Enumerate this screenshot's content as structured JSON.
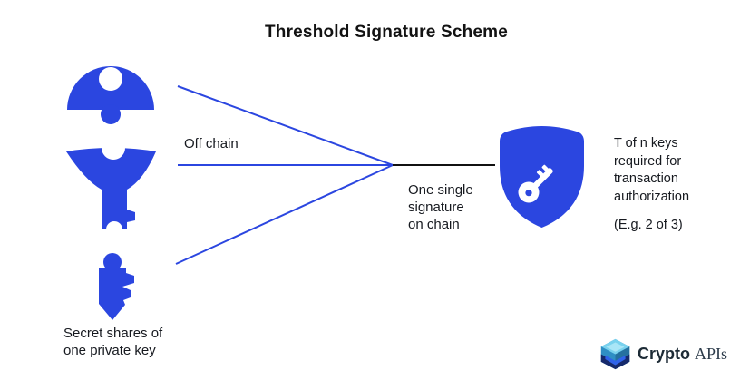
{
  "title": "Threshold Signature Scheme",
  "diagram": {
    "off_chain_label": "Off chain",
    "signature_label": "One single\nsignature\non chain",
    "right_label": "T of n keys\nrequired for\ntransaction\nauthorization",
    "right_example": "(E.g. 2 of 3)",
    "left_caption": "Secret shares of\none private key"
  },
  "icons": {
    "key_share_top": "key-head-puzzle-piece-icon",
    "key_share_middle": "key-collar-puzzle-piece-icon",
    "key_share_bottom": "key-tip-puzzle-piece-icon",
    "shield": "shield-with-key-icon",
    "logo_cube": "crypto-apis-cube-icon"
  },
  "logo": {
    "brand": "Crypto",
    "suffix": "APIs"
  },
  "colors": {
    "primary_blue": "#2b46e0",
    "line_black": "#111111",
    "text_dark": "#16191f",
    "logo_cyan": "#79d2ee",
    "logo_cyan_light": "#a9e6f7",
    "logo_teal": "#2f8fc4",
    "logo_teal_dark": "#25719f",
    "logo_navy": "#16296b",
    "logo_bright_blue": "#2f63ea",
    "logo_text": "#1d2b36"
  }
}
